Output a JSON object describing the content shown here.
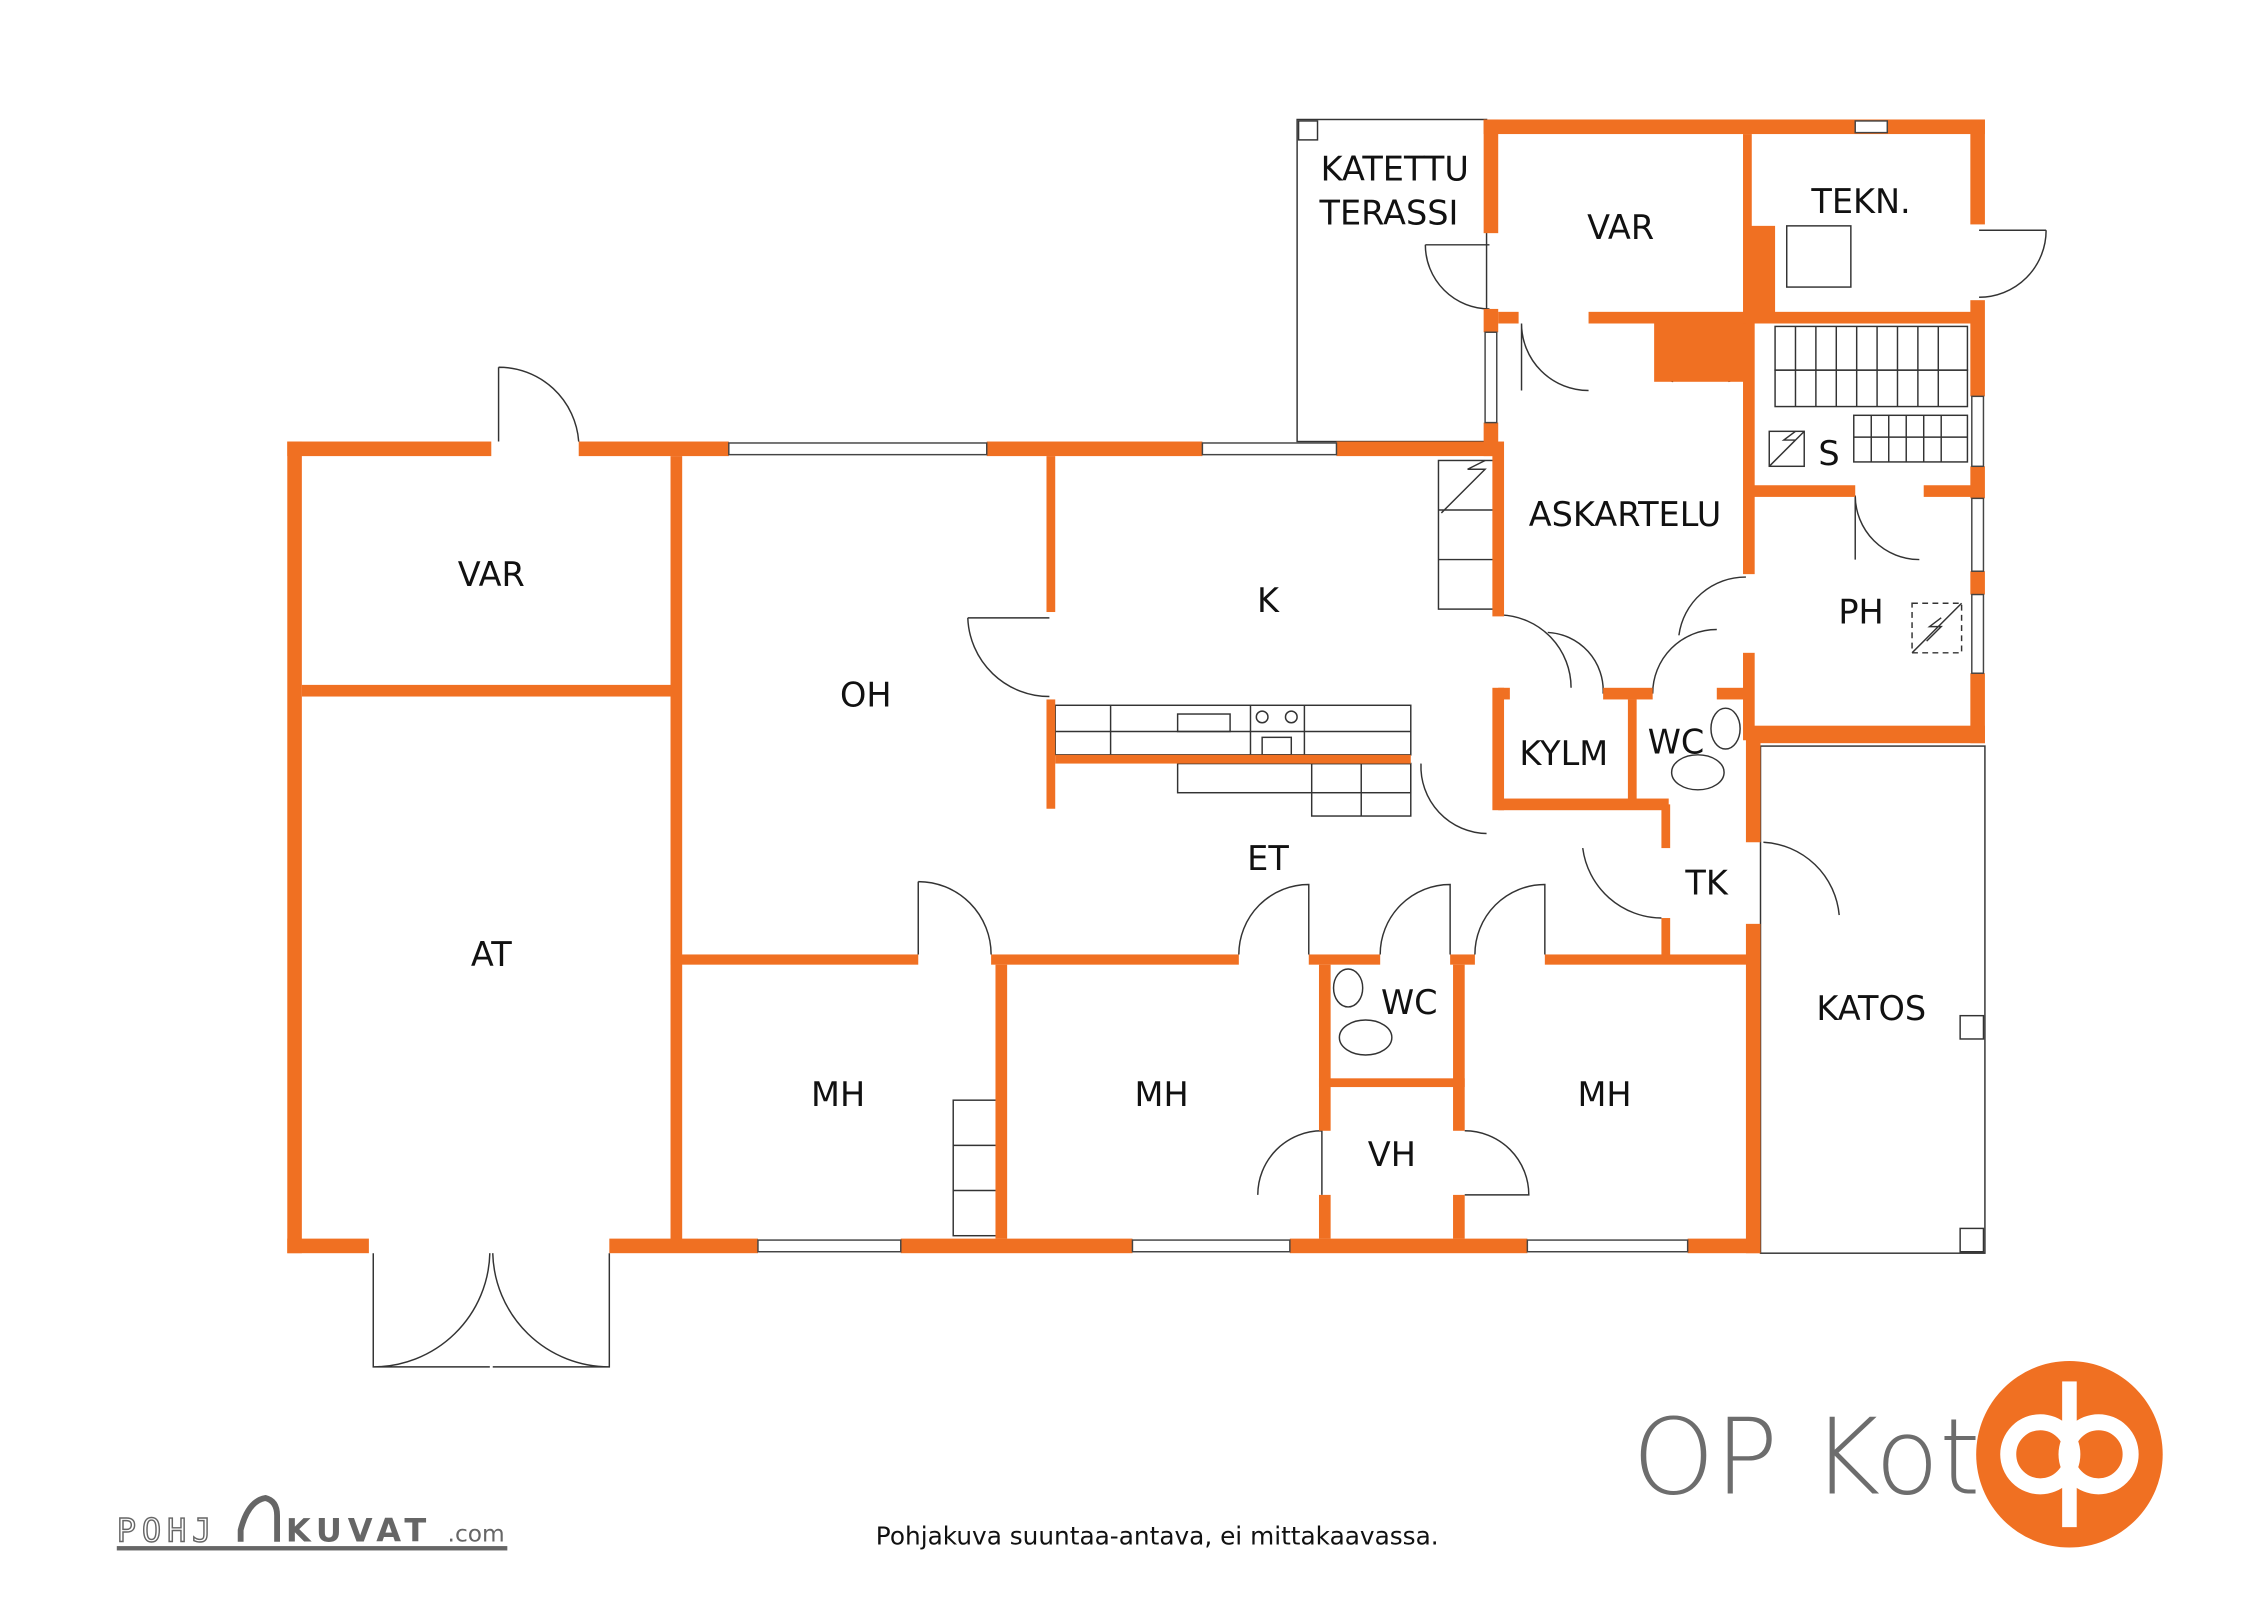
{
  "colors": {
    "wall": "#F07022",
    "logo": "#F07022",
    "logo_text": "#6d6d6d"
  },
  "rooms": {
    "katettu_terassi_1": "KATETTU",
    "katettu_terassi_2": "TERASSI",
    "var_top": "VAR",
    "tekn": "TEKN.",
    "s": "S",
    "askartelu": "ASKARTELU",
    "ph": "PH",
    "var_left": "VAR",
    "at": "AT",
    "oh": "OH",
    "k": "K",
    "kylm": "KYLM",
    "wc_upper": "WC",
    "et": "ET",
    "tk": "TK",
    "katos": "KATOS",
    "mh_1": "MH",
    "mh_2": "MH",
    "mh_3": "MH",
    "wc_lower": "WC",
    "vh": "VH"
  },
  "footer": {
    "note": "Pohjakuva suuntaa-antava, ei mittakaavassa."
  },
  "branding": {
    "op_koti": "OP Koti",
    "pohjakuvat_a": "POHJ",
    "pohjakuvat_b": "KUVAT",
    "pohjakuvat_c": ".com"
  }
}
